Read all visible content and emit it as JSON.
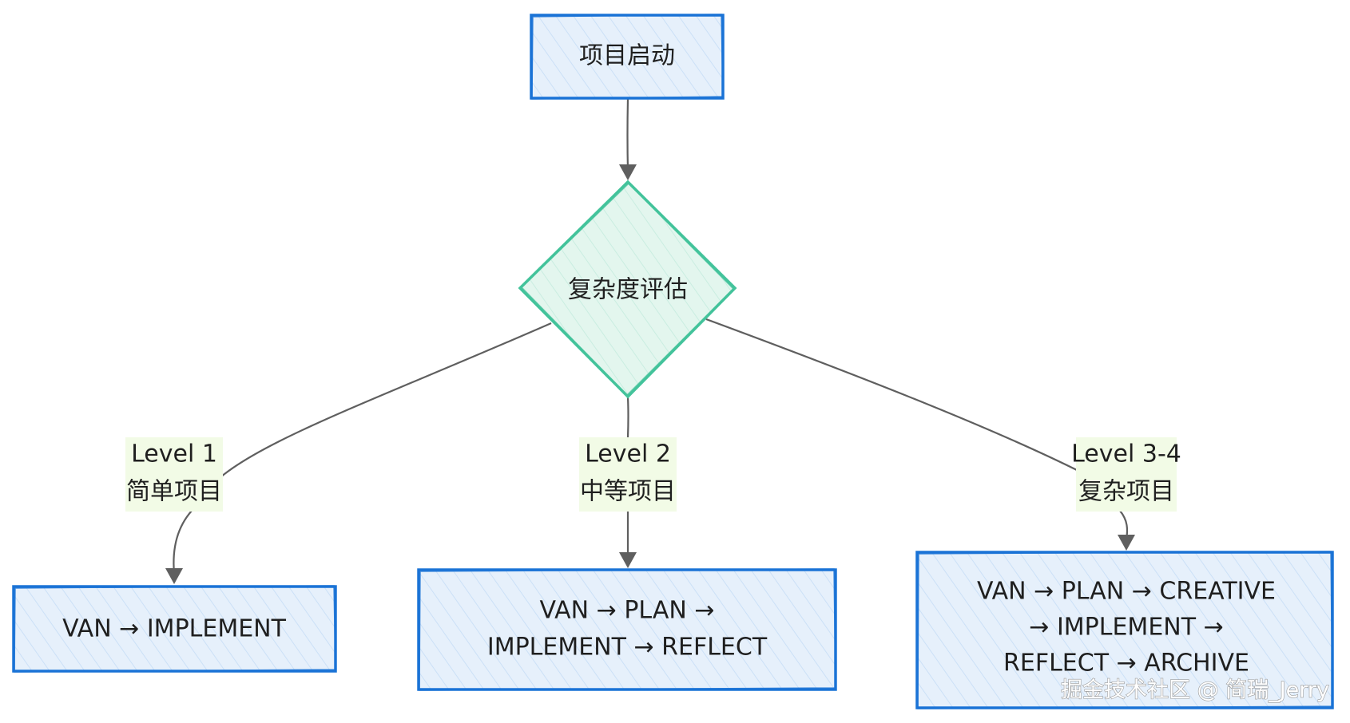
{
  "colors": {
    "node_fill": "#e6f0fb",
    "node_stroke": "#1a73d6",
    "decision_fill": "#e3f6ee",
    "decision_stroke": "#43c39b",
    "label_bg": "#f2fbe6",
    "edge": "#5f5f5f",
    "text": "#1f1f1f"
  },
  "nodes": {
    "start": {
      "label": "项目启动"
    },
    "decision": {
      "label": "复杂度评估"
    },
    "level1_flow": {
      "lines": [
        "VAN → IMPLEMENT"
      ]
    },
    "level2_flow": {
      "lines": [
        "VAN → PLAN →",
        "IMPLEMENT → REFLECT"
      ]
    },
    "level34_flow": {
      "lines": [
        "VAN → PLAN → CREATIVE",
        "→ IMPLEMENT →",
        "REFLECT → ARCHIVE"
      ]
    }
  },
  "edge_labels": {
    "level1": {
      "line1": "Level 1",
      "line2": "简单项目"
    },
    "level2": {
      "line1": "Level 2",
      "line2": "中等项目"
    },
    "level34": {
      "line1": "Level 3-4",
      "line2": "复杂项目"
    }
  },
  "watermark": "掘金技术社区 @ 简瑞_Jerry"
}
